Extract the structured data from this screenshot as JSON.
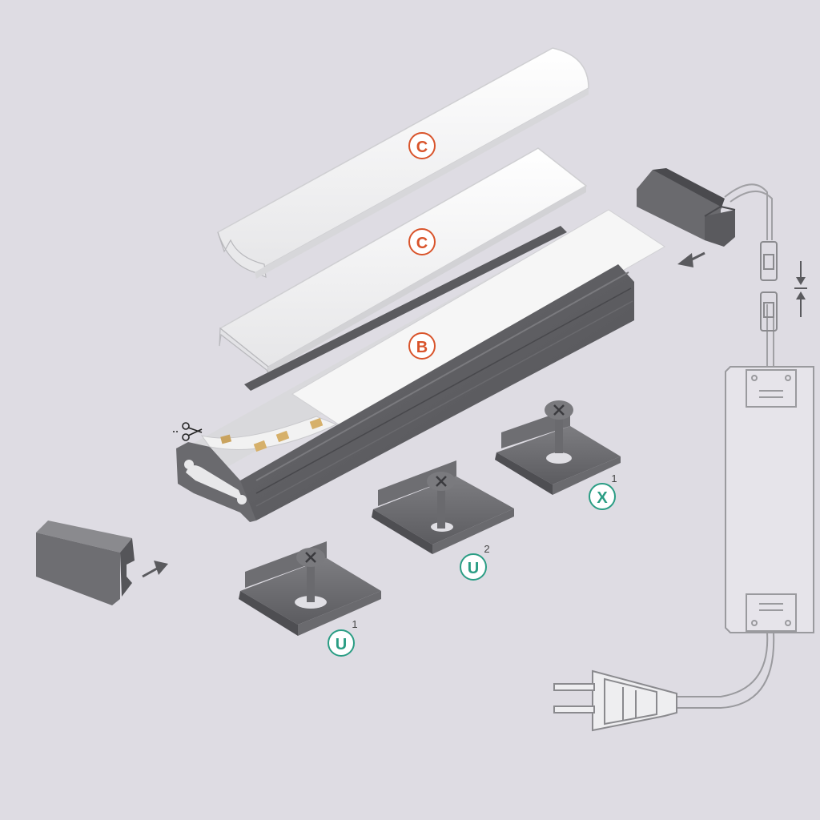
{
  "labels": {
    "c_top": "C",
    "c_mid": "C",
    "b": "B",
    "x1": {
      "letter": "X",
      "index": "1"
    },
    "u2": {
      "letter": "U",
      "index": "2"
    },
    "u1": {
      "letter": "U",
      "index": "1"
    }
  },
  "colors": {
    "background": "#dedce3",
    "profile": "#5e5e62",
    "profile_light": "#7a7a7e",
    "cover": "#f4f4f4",
    "cover_edge": "#c9c9cc",
    "accent_cover": "#d9542b",
    "accent_mount": "#2a9d84",
    "line_art": "#9a9a9e",
    "arrow": "#5a5a5e"
  },
  "icons": [
    "scissors-icon",
    "arrow-icon",
    "screw-icon",
    "plug-icon",
    "led-chip-icon"
  ]
}
